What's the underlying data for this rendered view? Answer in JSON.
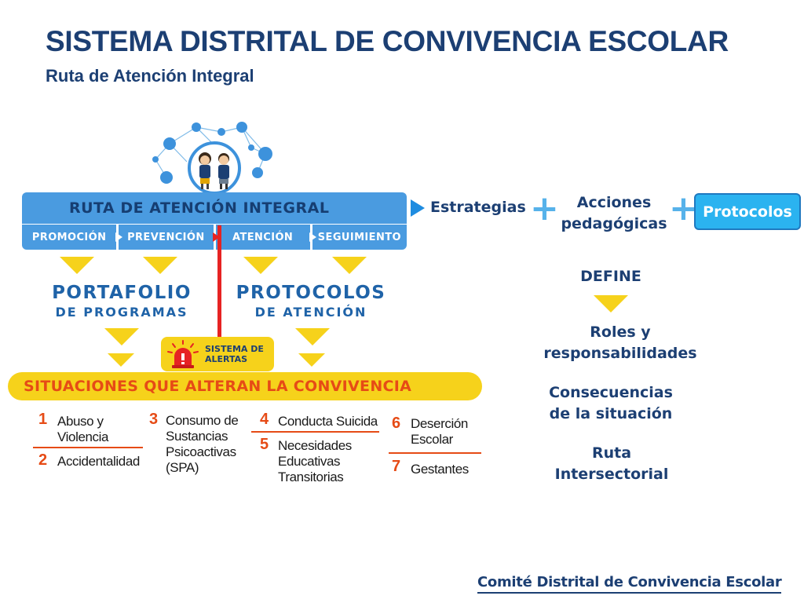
{
  "header": {
    "title": "SISTEMA DISTRITAL DE CONVIVENCIA ESCOLAR",
    "subtitle": "Ruta de Atención Integral"
  },
  "route": {
    "title": "RUTA DE ATENCIÓN INTEGRAL",
    "phases": [
      "PROMOCIÓN",
      "PREVENCIÓN",
      "ATENCIÓN",
      "SEGUIMIENTO"
    ]
  },
  "portfolio": {
    "line1": "PORTAFOLIO",
    "line2": "DE PROGRAMAS"
  },
  "protocols": {
    "line1": "PROTOCOLOS",
    "line2": "DE ATENCIÓN"
  },
  "alerts": {
    "line1": "SISTEMA DE",
    "line2": "ALERTAS"
  },
  "situations": {
    "title": "SITUACIONES QUE ALTERAN LA CONVIVENCIA",
    "items": [
      {
        "num": "1",
        "lines": [
          "Abuso y",
          "Violencia"
        ]
      },
      {
        "num": "2",
        "lines": [
          "Accidentalidad"
        ]
      },
      {
        "num": "3",
        "lines": [
          "Consumo de",
          "Sustancias",
          "Psicoactivas",
          "(SPA)"
        ]
      },
      {
        "num": "4",
        "lines": [
          "Conducta Suicida"
        ]
      },
      {
        "num": "5",
        "lines": [
          "Necesidades",
          "Educativas",
          "Transitorias"
        ]
      },
      {
        "num": "6",
        "lines": [
          "Deserción",
          "Escolar"
        ]
      },
      {
        "num": "7",
        "lines": [
          "Gestantes"
        ]
      }
    ]
  },
  "right": {
    "estrategias": "Estrategias",
    "acciones": [
      "Acciones",
      "pedagógicas"
    ],
    "protocolos": "Protocolos",
    "define": "DEFINE",
    "defines": [
      [
        "Roles y",
        "responsabilidades"
      ],
      [
        "Consecuencias",
        "de la situación"
      ],
      [
        "Ruta",
        "Intersectorial"
      ]
    ]
  },
  "footer": {
    "text": "Comité Distrital de Convivencia Escolar"
  },
  "colors": {
    "navy": "#1c3f73",
    "blue": "#4a9be0",
    "yellow": "#f6d21b",
    "orange": "#e64b16",
    "red": "#e62323",
    "cyan": "#2bb3f0"
  },
  "icons": [
    "network-icon",
    "students-icon",
    "alarm-icon",
    "play-arrow-icon",
    "plus-icon"
  ]
}
